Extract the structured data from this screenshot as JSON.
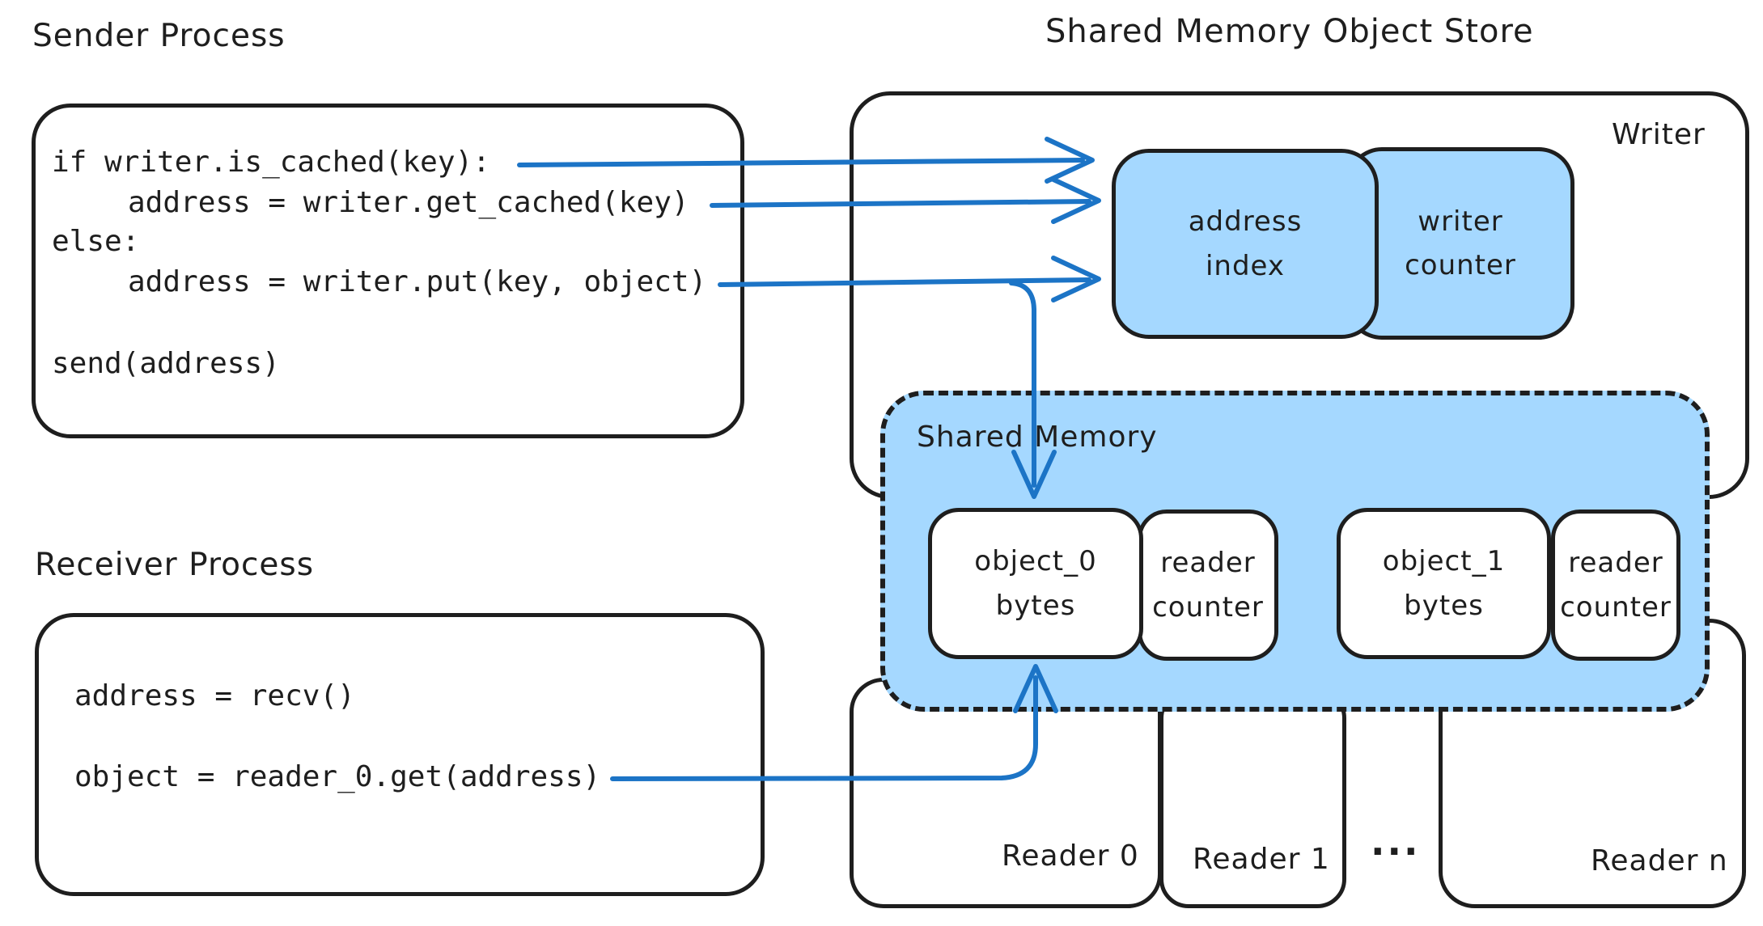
{
  "colors": {
    "ink": "#1e1e1e",
    "fill_blue": "#a5d8ff",
    "arrow_blue": "#1c74c6"
  },
  "sender": {
    "title": "Sender Process",
    "code": [
      "if writer.is_cached(key):",
      "address = writer.get_cached(key)",
      "else:",
      "address = writer.put(key, object)",
      "send(address)"
    ]
  },
  "receiver": {
    "title": "Receiver Process",
    "code": [
      "address = recv()",
      "object = reader_0.get(address)"
    ]
  },
  "store": {
    "title": "Shared Memory Object Store",
    "writer_label": "Writer",
    "address_index": [
      "address",
      "index"
    ],
    "writer_counter": [
      "writer",
      "counter"
    ],
    "shared_memory": {
      "label": "Shared Memory",
      "slots": [
        {
          "object": [
            "object_0",
            "bytes"
          ],
          "counter": [
            "reader",
            "counter"
          ]
        },
        {
          "object": [
            "object_1",
            "bytes"
          ],
          "counter": [
            "reader",
            "counter"
          ]
        }
      ]
    },
    "readers": [
      "Reader 0",
      "Reader 1",
      "...",
      "Reader n"
    ]
  }
}
